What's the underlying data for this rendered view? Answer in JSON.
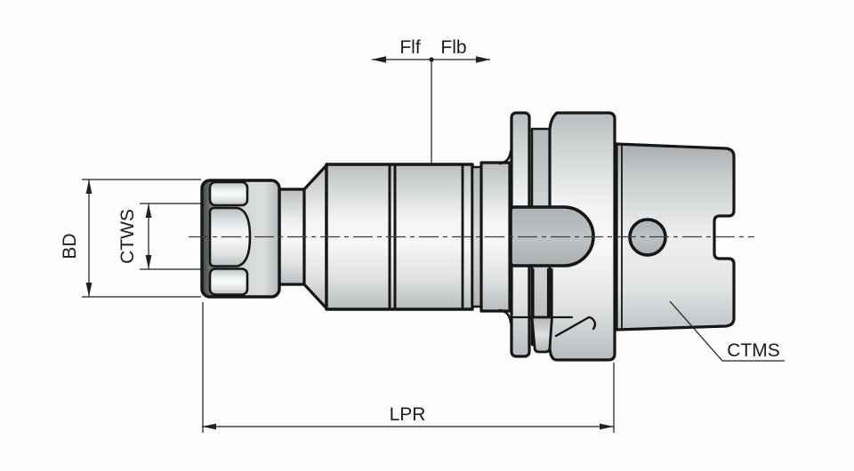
{
  "figure": {
    "type": "technical-drawing",
    "subject": "Collet chuck tool holder with HSK hollow taper shank, side view with half-section",
    "labels": {
      "flf": "Flf",
      "flb": "Flb",
      "bd": "BD",
      "ctws": "CTWS",
      "lpr": "LPR",
      "ctms": "CTMS"
    },
    "colors": {
      "background": "#fdfdfd",
      "outline": "#161616",
      "dimension_line": "#212121",
      "label_text": "#1c1c1c",
      "surface_light": "#f3f4f5",
      "surface_mid": "#d6d9da",
      "surface_dark": "#b9bdbf",
      "section_fill": "#bfc3c5"
    }
  }
}
